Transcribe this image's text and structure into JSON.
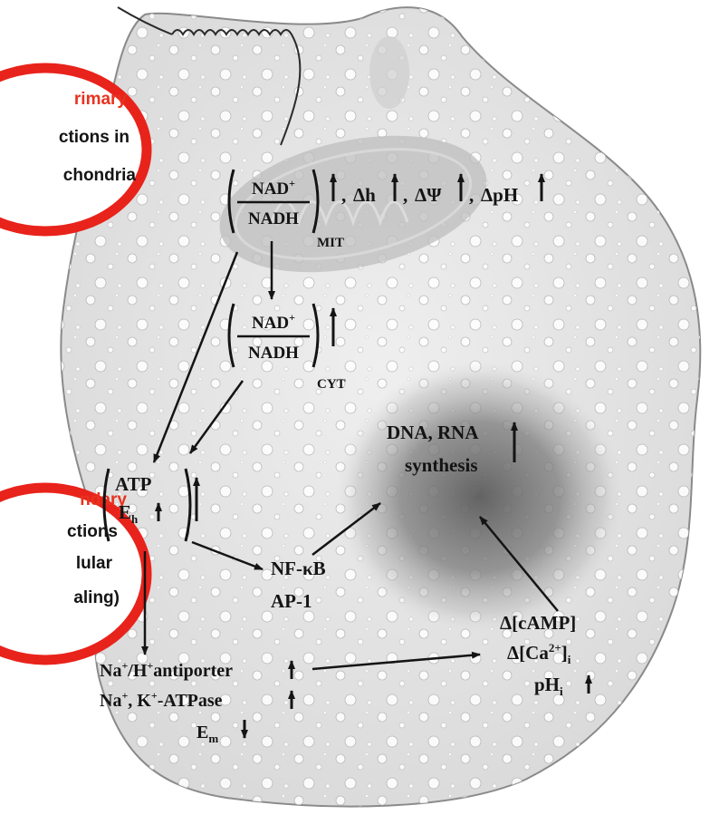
{
  "colors": {
    "callout_ring": "#e8231b",
    "callout_title": "#e8321e",
    "ink": "#141414",
    "cell_fill": "#e9e9e9",
    "cell_edge": "#8a8a8a",
    "nucleus": "#6a6a6a"
  },
  "callouts": {
    "primary": {
      "title": "rimary",
      "line1": "ctions in",
      "line2": "chondria"
    },
    "secondary": {
      "title": "ndary",
      "line1": "ctions",
      "line2": "lular",
      "line3": "aling)"
    }
  },
  "mitochondria": {
    "ratio_num": "NAD",
    "ratio_num_sup": "+",
    "ratio_den": "NADH",
    "subscript": "MIT",
    "delta_h": "Δh",
    "delta_psi": "ΔΨ",
    "delta_ph": "ΔpH",
    "separator": ","
  },
  "cytosol": {
    "ratio_num": "NAD",
    "ratio_num_sup": "+",
    "ratio_den": "NADH",
    "subscript": "CYT"
  },
  "atp_group": {
    "atp": "ATP",
    "eh": "E",
    "eh_sub": "h"
  },
  "transcription": {
    "nfkb": "NF-κB",
    "ap1": "AP-1"
  },
  "nucleus": {
    "line1": "DNA, RNA",
    "line2": "synthesis"
  },
  "second_messengers": {
    "camp": "Δ[cAMP]",
    "ca_prefix": "Δ[Ca",
    "ca_sup": "2+",
    "ca_suffix": "]",
    "ca_sub": "i",
    "ph": "pH",
    "ph_sub": "i"
  },
  "membrane": {
    "antiporter_na": "Na",
    "antiporter_na_sup": "+",
    "antiporter_h": "/H",
    "antiporter_h_sup": "+",
    "antiporter_rest": "antiporter",
    "atpase_na": "Na",
    "atpase_na_sup": "+",
    "atpase_k": ", K",
    "atpase_k_sup": "+",
    "atpase_rest": "-ATPase",
    "em": "E",
    "em_sub": "m"
  }
}
